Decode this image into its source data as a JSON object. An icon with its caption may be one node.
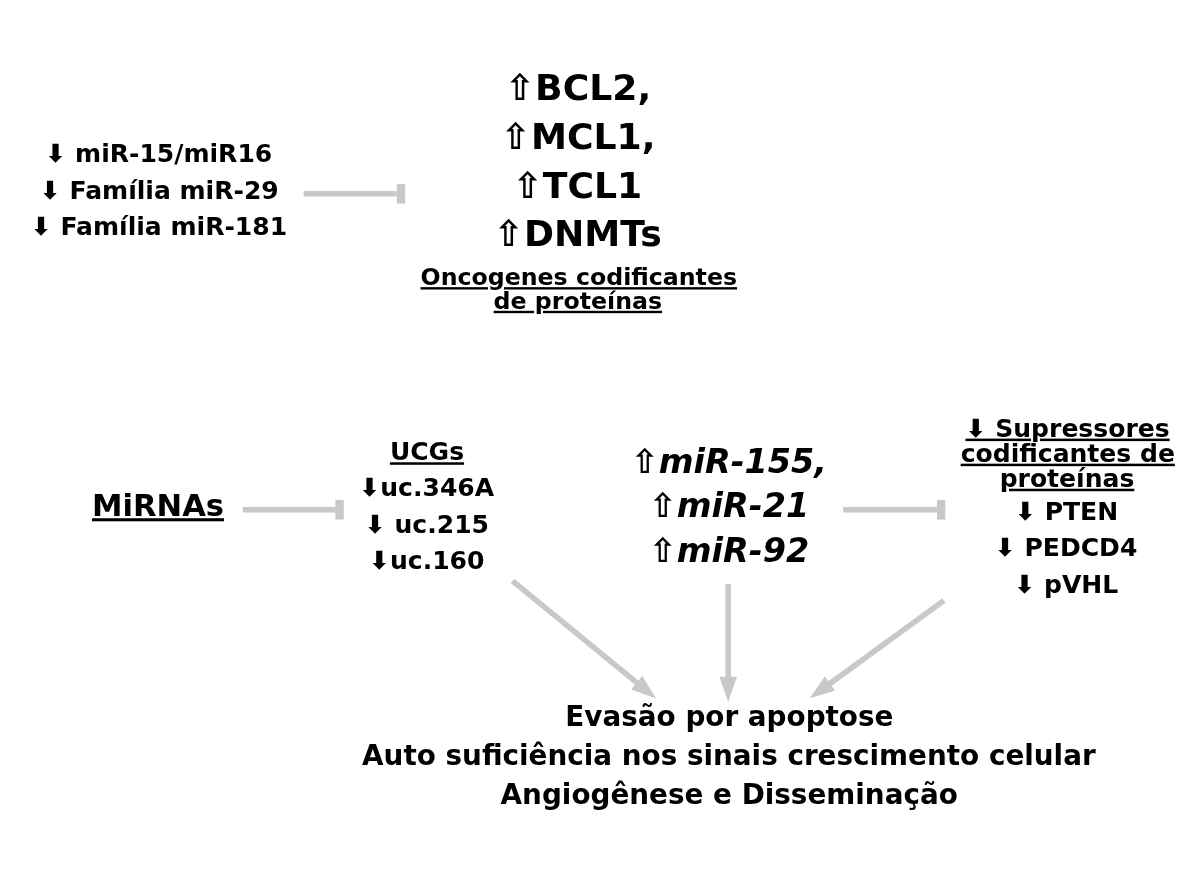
{
  "diagram": {
    "nodes": [
      {
        "text": [
          "⬇ miR-15/miR16",
          "⬇ Família miR-29",
          "⬇ Família miR-181"
        ]
      },
      {
        "text": [
          "UCGs",
          "⬇uc.346A",
          "⬇ uc.215",
          "⬇uc.160"
        ]
      },
      {
        "text": [
          "MiRNAs"
        ]
      },
      {
        "text": [
          "⇧miR-155,",
          "⇧miR-21",
          "⇧miR-92"
        ]
      },
      {
        "text": [
          "⇧BCL2,",
          "⇧MCL1,",
          "⇧TCL1",
          "⇧DNMTs",
          "Oncogenes codificantes de proteínas"
        ]
      },
      {
        "text": [
          "⬇ Supressores codificantes de proteínas",
          "⬇ PTEN",
          "⬇ PEDCD4",
          "⬇ pVHL"
        ]
      },
      {
        "text": [
          "Evasão por apoptose",
          "Auto suficiência nos sinais crescimento celular",
          "Angiogênese e Disseminação"
        ]
      }
    ],
    "edges": [
      {
        "from": 0,
        "to": 4,
        "arrow": "other"
      },
      {
        "from": 2,
        "to": 1,
        "arrow": "other"
      },
      {
        "from": 3,
        "to": 5,
        "arrow": "other"
      },
      {
        "from": 1,
        "to": 6,
        "arrow": "to"
      },
      {
        "from": 3,
        "to": 6,
        "arrow": "to"
      },
      {
        "from": 5,
        "to": 6,
        "arrow": "to"
      }
    ]
  }
}
